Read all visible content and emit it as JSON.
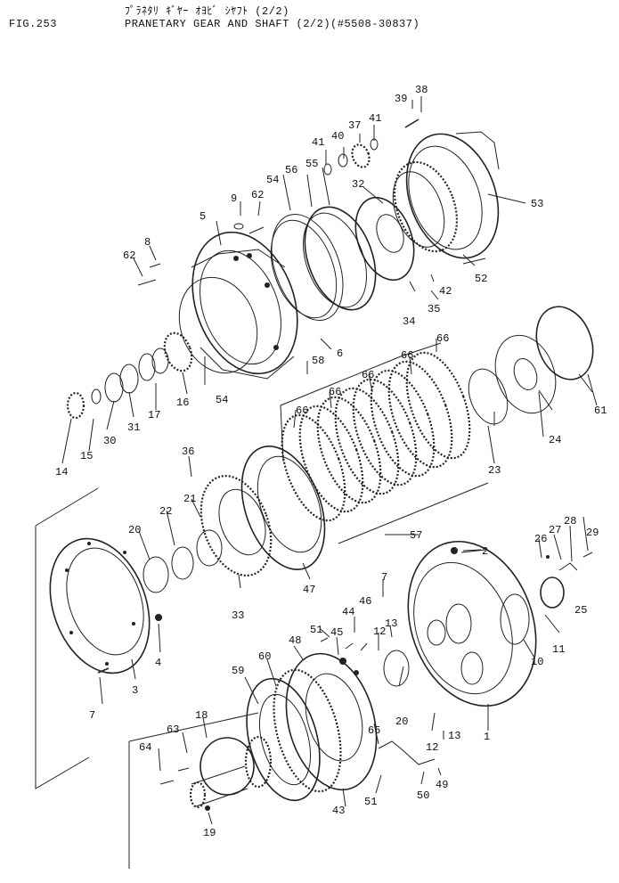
{
  "header": {
    "fig_number": "FIG.253",
    "title_japanese": "ﾌﾟﾗﾈﾀﾘ ｷﾞﾔｰ ｵﾖﾋﾞ ｼﾔﾌﾄ (2/2)",
    "title": "PRANETARY GEAR AND SHAFT (2/2)(#5508-30837)"
  },
  "callouts": {
    "c1": "1",
    "c2": "2",
    "c3": "3",
    "c4": "4",
    "c5": "5",
    "c6": "6",
    "c7a": "7",
    "c7b": "7",
    "c8": "8",
    "c9": "9",
    "c10": "10",
    "c11": "11",
    "c12a": "12",
    "c12b": "12",
    "c13a": "13",
    "c13b": "13",
    "c14": "14",
    "c15": "15",
    "c16": "16",
    "c17": "17",
    "c18": "18",
    "c19": "19",
    "c20a": "20",
    "c20b": "20",
    "c21": "21",
    "c22": "22",
    "c23": "23",
    "c24": "24",
    "c25": "25",
    "c26": "26",
    "c27": "27",
    "c28": "28",
    "c29": "29",
    "c30": "30",
    "c31": "31",
    "c32": "32",
    "c33": "33",
    "c34": "34",
    "c35": "35",
    "c36": "36",
    "c37": "37",
    "c38": "38",
    "c39": "39",
    "c40": "40",
    "c41a": "41",
    "c41b": "41",
    "c42": "42",
    "c43": "43",
    "c44": "44",
    "c45": "45",
    "c46": "46",
    "c47": "47",
    "c48": "48",
    "c49": "49",
    "c50": "50",
    "c51a": "51",
    "c51b": "51",
    "c52": "52",
    "c53": "53",
    "c54a": "54",
    "c54b": "54",
    "c55": "55",
    "c56": "56",
    "c57": "57",
    "c58": "58",
    "c59": "59",
    "c60": "60",
    "c61": "61",
    "c62a": "62",
    "c62b": "62",
    "c63": "63",
    "c64": "64",
    "c65": "65",
    "c66a": "66",
    "c66b": "66",
    "c66c": "66",
    "c66d": "66",
    "c66e": "66"
  }
}
